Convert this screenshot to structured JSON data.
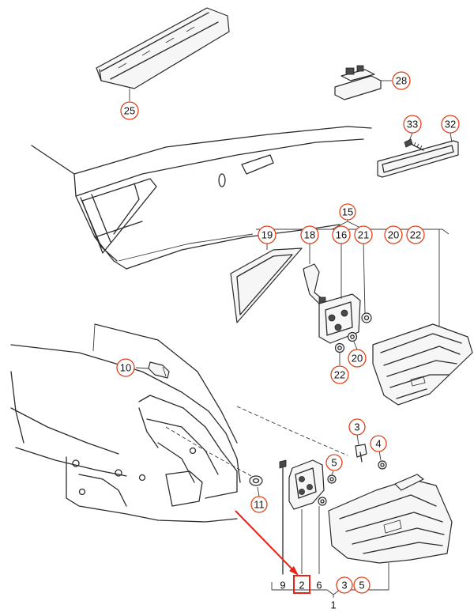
{
  "diagram": {
    "callouts": {
      "c25": "25",
      "c28": "28",
      "c33": "33",
      "c32": "32",
      "c15": "15",
      "c19": "19",
      "c18": "18",
      "c16": "16",
      "c21": "21",
      "c20a": "20",
      "c22a": "22",
      "c10": "10",
      "c20b": "20",
      "c22b": "22",
      "c3a": "3",
      "c4": "4",
      "c5a": "5",
      "c11": "11",
      "c3b": "3",
      "c5b": "5"
    },
    "labels": {
      "l9": "9",
      "l2": "2",
      "l6": "6",
      "l1": "1"
    },
    "highlight_color": "#e8241a",
    "callout_color": "#e0401a"
  }
}
